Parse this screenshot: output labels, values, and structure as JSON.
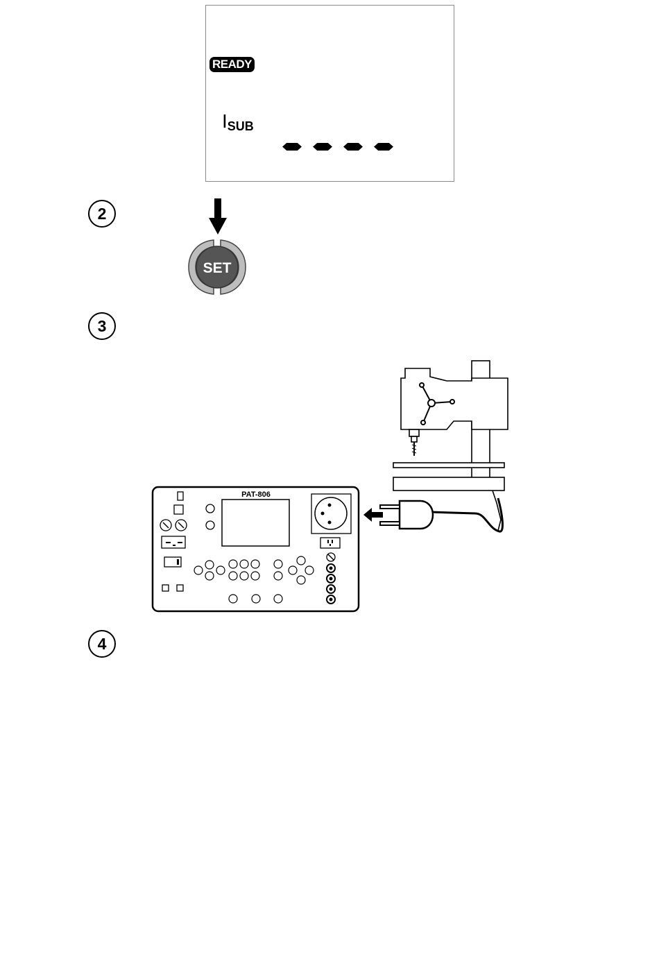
{
  "lcd": {
    "status_badge": "READY",
    "measure_symbol": "I",
    "measure_subscript": "SUB",
    "dash_count": 4
  },
  "steps": [
    {
      "number": "2"
    },
    {
      "number": "3"
    },
    {
      "number": "4"
    }
  ],
  "set_button": {
    "label": "SET"
  },
  "tester": {
    "model_label": "PAT-806"
  },
  "icons": {
    "arrow": "down-arrow-icon",
    "plug_arrow": "left-arrow-icon"
  }
}
